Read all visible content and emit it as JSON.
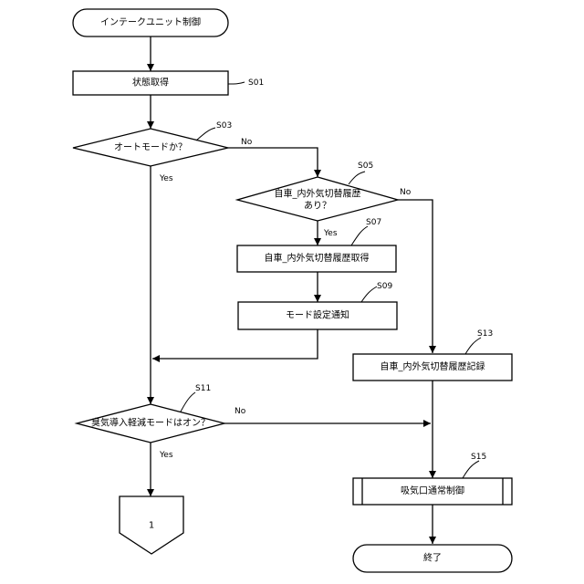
{
  "nodes": {
    "start": "インテークユニット制御",
    "s01": "状態取得",
    "s03": "オートモードか？",
    "s05_line1": "自車_内外気切替履歴",
    "s05_line2": "あり？",
    "s07": "自車_内外気切替履歴取得",
    "s09": "モード設定通知",
    "s11": "臭気導入軽減モードはオン？",
    "s13": "自車_内外気切替履歴記録",
    "s15": "吸気口通常制御",
    "end": "終了",
    "connector": "1"
  },
  "steps": {
    "s01": "S01",
    "s03": "S03",
    "s05": "S05",
    "s07": "S07",
    "s09": "S09",
    "s11": "S11",
    "s13": "S13",
    "s15": "S15"
  },
  "branches": {
    "s03_no": "No",
    "s03_yes": "Yes",
    "s05_no": "No",
    "s05_yes": "Yes",
    "s11_no": "No",
    "s11_yes": "Yes"
  }
}
